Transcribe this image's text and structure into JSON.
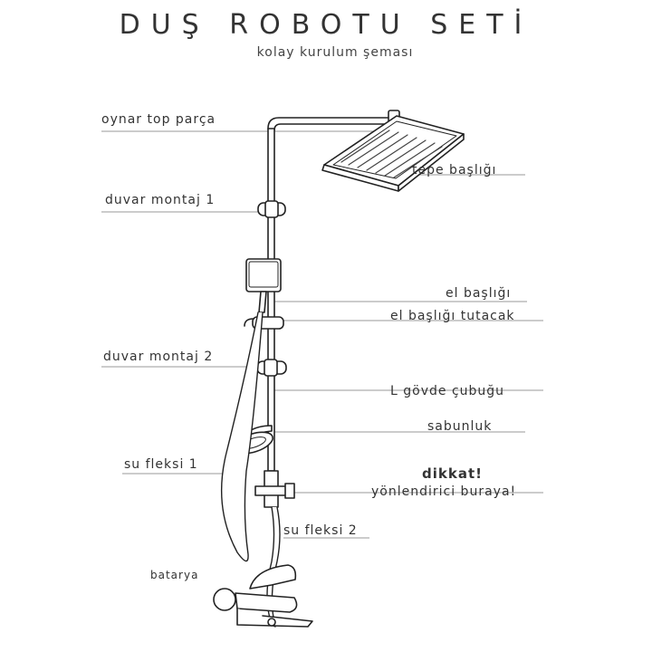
{
  "header": {
    "title": "DUŞ ROBOTU SETİ",
    "subtitle": "kolay kurulum şeması"
  },
  "labels": {
    "oynar_top_parca": "oynar top parça",
    "tepe_basligi": "tepe başlığı",
    "duvar_montaj_1": "duvar montaj 1",
    "el_basligi": "el başlığı",
    "el_basligi_tutacak": "el başlığı tutacak",
    "duvar_montaj_2": "duvar montaj 2",
    "l_govde_cubugu": "L gövde çubuğu",
    "sabunluk": "sabunluk",
    "su_fleksi_1": "su fleksi 1",
    "dikkat": "dikkat!",
    "yonlendirici": "yönlendirici buraya!",
    "su_fleksi_2": "su fleksi 2",
    "batarya": "batarya"
  },
  "colors": {
    "line": "#8a8a8a",
    "stroke": "#222222",
    "text": "#333333"
  }
}
